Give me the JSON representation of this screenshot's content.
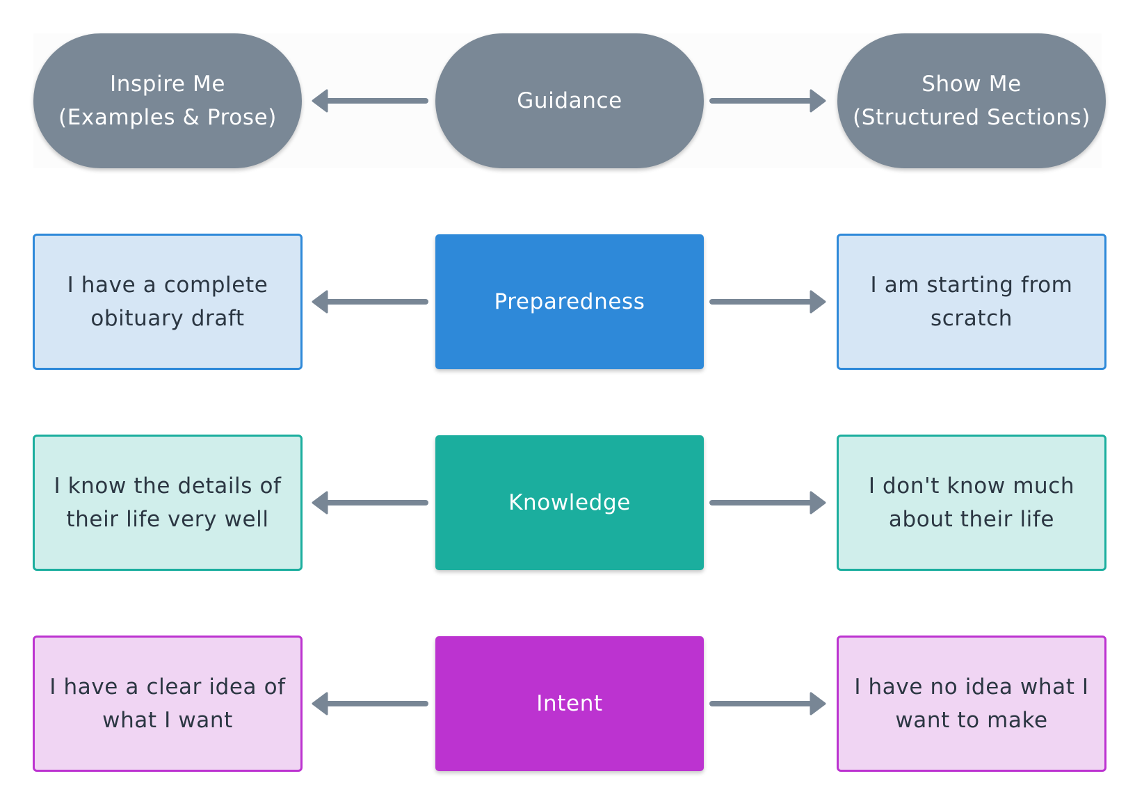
{
  "colors": {
    "header": "#7a8896",
    "arrow": "#788695",
    "text_dark": "#2b3642",
    "preparedness": {
      "fill": "#2e89d9",
      "light": "#d6e6f5",
      "border": "#2e89d9"
    },
    "knowledge": {
      "fill": "#1bae9e",
      "light": "#d0eeeb",
      "border": "#1bae9e"
    },
    "intent": {
      "fill": "#bc33d0",
      "light": "#f0d5f3",
      "border": "#bc33d0"
    }
  },
  "header": {
    "left": "Inspire Me\n(Examples & Prose)",
    "center": "Guidance",
    "right": "Show Me\n(Structured Sections)"
  },
  "rows": [
    {
      "center": "Preparedness",
      "left": "I have a complete\nobituary draft",
      "right": "I am starting from\nscratch"
    },
    {
      "center": "Knowledge",
      "left": "I know the details of\ntheir life very well",
      "right": "I don't know much\nabout their life"
    },
    {
      "center": "Intent",
      "left": "I have a clear idea of\nwhat I want",
      "right": "I have no idea what I\nwant to make"
    }
  ]
}
